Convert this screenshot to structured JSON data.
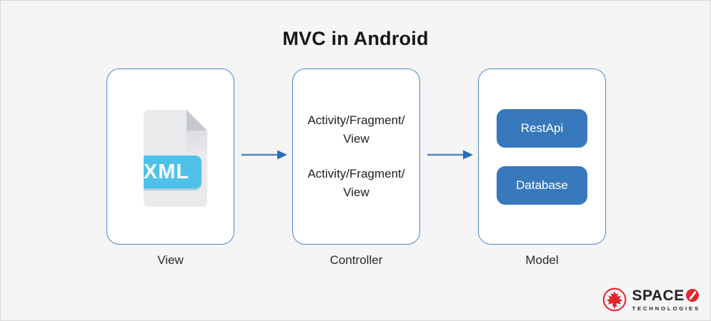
{
  "title": "MVC in Android",
  "view": {
    "label": "View",
    "badge": "XML"
  },
  "controller": {
    "label": "Controller",
    "rows": [
      {
        "line1": "Activity/Fragment/",
        "line2": "View"
      },
      {
        "line1": "Activity/Fragment/",
        "line2": "View"
      }
    ]
  },
  "model": {
    "label": "Model",
    "buttons": [
      {
        "label": "RestApi"
      },
      {
        "label": "Database"
      }
    ]
  },
  "brand": {
    "name": "SPACE",
    "tagline": "TECHNOLOGIES"
  },
  "icons": {
    "xml_file": "xml-file-icon",
    "arrow": "arrow-right-icon",
    "maple_leaf": "maple-leaf-icon",
    "slashed_o": "slashed-o-icon"
  },
  "colors": {
    "background": "#f5f5f6",
    "box_border": "#4d87c8",
    "arrow_line": "#4f86c4",
    "arrow_head": "#2a6cb5",
    "badge_blue": "#4fc1e9",
    "button_blue": "#3878bc",
    "brand_red": "#e4252c",
    "text_dark": "#17171a"
  }
}
